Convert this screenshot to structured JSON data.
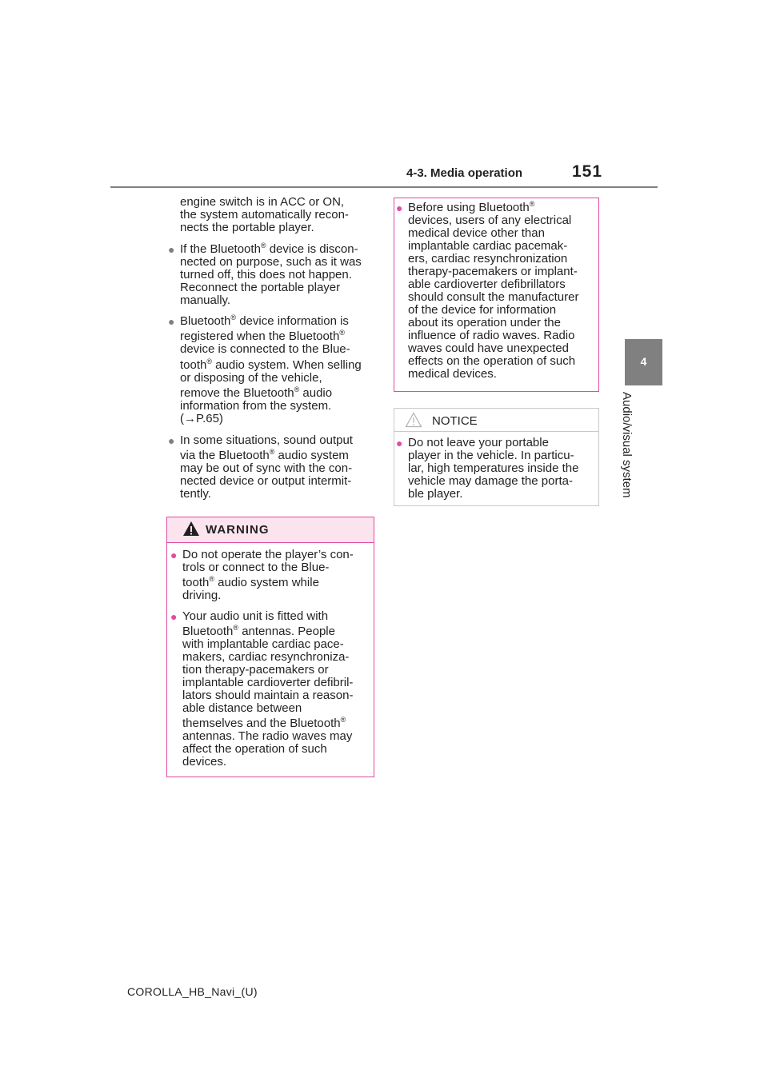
{
  "header": {
    "section_title": "4-3. Media operation",
    "page_number": "151"
  },
  "side_tab": {
    "chapter_number": "4",
    "chapter_label": "Audio/visual system"
  },
  "left_column": {
    "intro_lines": [
      "engine switch is in ACC or ON,",
      "the system automatically recon-",
      "nects the portable player."
    ],
    "bullet1_lines": [
      "If the Bluetooth",
      " device is discon-",
      "nected on purpose, such as it was",
      "turned off, this does not happen.",
      "Reconnect the portable player",
      "manually."
    ],
    "bullet2_lines": [
      "Bluetooth",
      " device information is",
      "registered when the Bluetooth",
      "device is connected to the Blue-",
      "tooth",
      " audio system. When selling",
      "or disposing of the vehicle,",
      "remove the Bluetooth",
      " audio",
      "information from the system.",
      "(",
      "P.65)"
    ],
    "bullet3_lines": [
      "In some situations, sound output",
      "via the Bluetooth",
      " audio system",
      "may be out of sync with the con-",
      "nected device or output intermit-",
      "tently."
    ]
  },
  "warning_box": {
    "title": "WARNING",
    "item1_lines": [
      "Do not operate the player’s con-",
      "trols or connect to the Blue-",
      "tooth",
      " audio system while",
      "driving."
    ],
    "item2_lines": [
      "Your audio unit is fitted with",
      "Bluetooth",
      " antennas. People",
      "with implantable cardiac pace-",
      "makers, cardiac resynchroniza-",
      "tion therapy-pacemakers or",
      "implantable cardioverter defibril-",
      "lators should maintain a reason-",
      "able distance between",
      "themselves and the Bluetooth",
      "antennas. The radio waves may",
      "affect the operation of such",
      "devices."
    ]
  },
  "caution_box": {
    "item_lines": [
      "Before using Bluetooth",
      "devices, users of any electrical",
      "medical device other than",
      "implantable cardiac pacemak-",
      "ers, cardiac resynchronization",
      "therapy-pacemakers or implant-",
      "able cardioverter defibrillators",
      "should consult the manufacturer",
      "of the device for information",
      "about its operation under the",
      "influence of radio waves. Radio",
      "waves could have unexpected",
      "effects on the operation of such",
      "medical devices."
    ]
  },
  "notice_box": {
    "title": "NOTICE",
    "item_lines": [
      "Do not leave your portable",
      "player in the vehicle. In particu-",
      "lar, high temperatures inside the",
      "vehicle may damage the porta-",
      "ble player."
    ]
  },
  "footer": {
    "doc_id": "COROLLA_HB_Navi_(U)"
  },
  "symbols": {
    "bullet": "●",
    "registered": "®",
    "arrow": "→"
  },
  "colors": {
    "warning_accent": "#e24ba0",
    "warning_fill": "#fce4ef",
    "tab_gray": "#808080"
  }
}
